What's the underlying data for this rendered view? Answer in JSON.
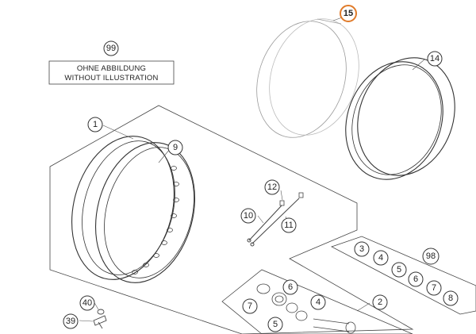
{
  "note": {
    "line1": "OHNE ABBILDUNG",
    "line2": "WITHOUT ILLUSTRATION"
  },
  "highlight_color": "#e07b2a",
  "callouts": {
    "c1": "1",
    "c2": "2",
    "c3": "3",
    "c4": "4",
    "c4b": "4",
    "c5": "5",
    "c5b": "5",
    "c6": "6",
    "c6b": "6",
    "c7": "7",
    "c7b": "7",
    "c8": "8",
    "c9": "9",
    "c10": "10",
    "c11": "11",
    "c12": "12",
    "c14": "14",
    "c15": "15",
    "c39": "39",
    "c40": "40",
    "c98": "98",
    "c99": "99"
  }
}
